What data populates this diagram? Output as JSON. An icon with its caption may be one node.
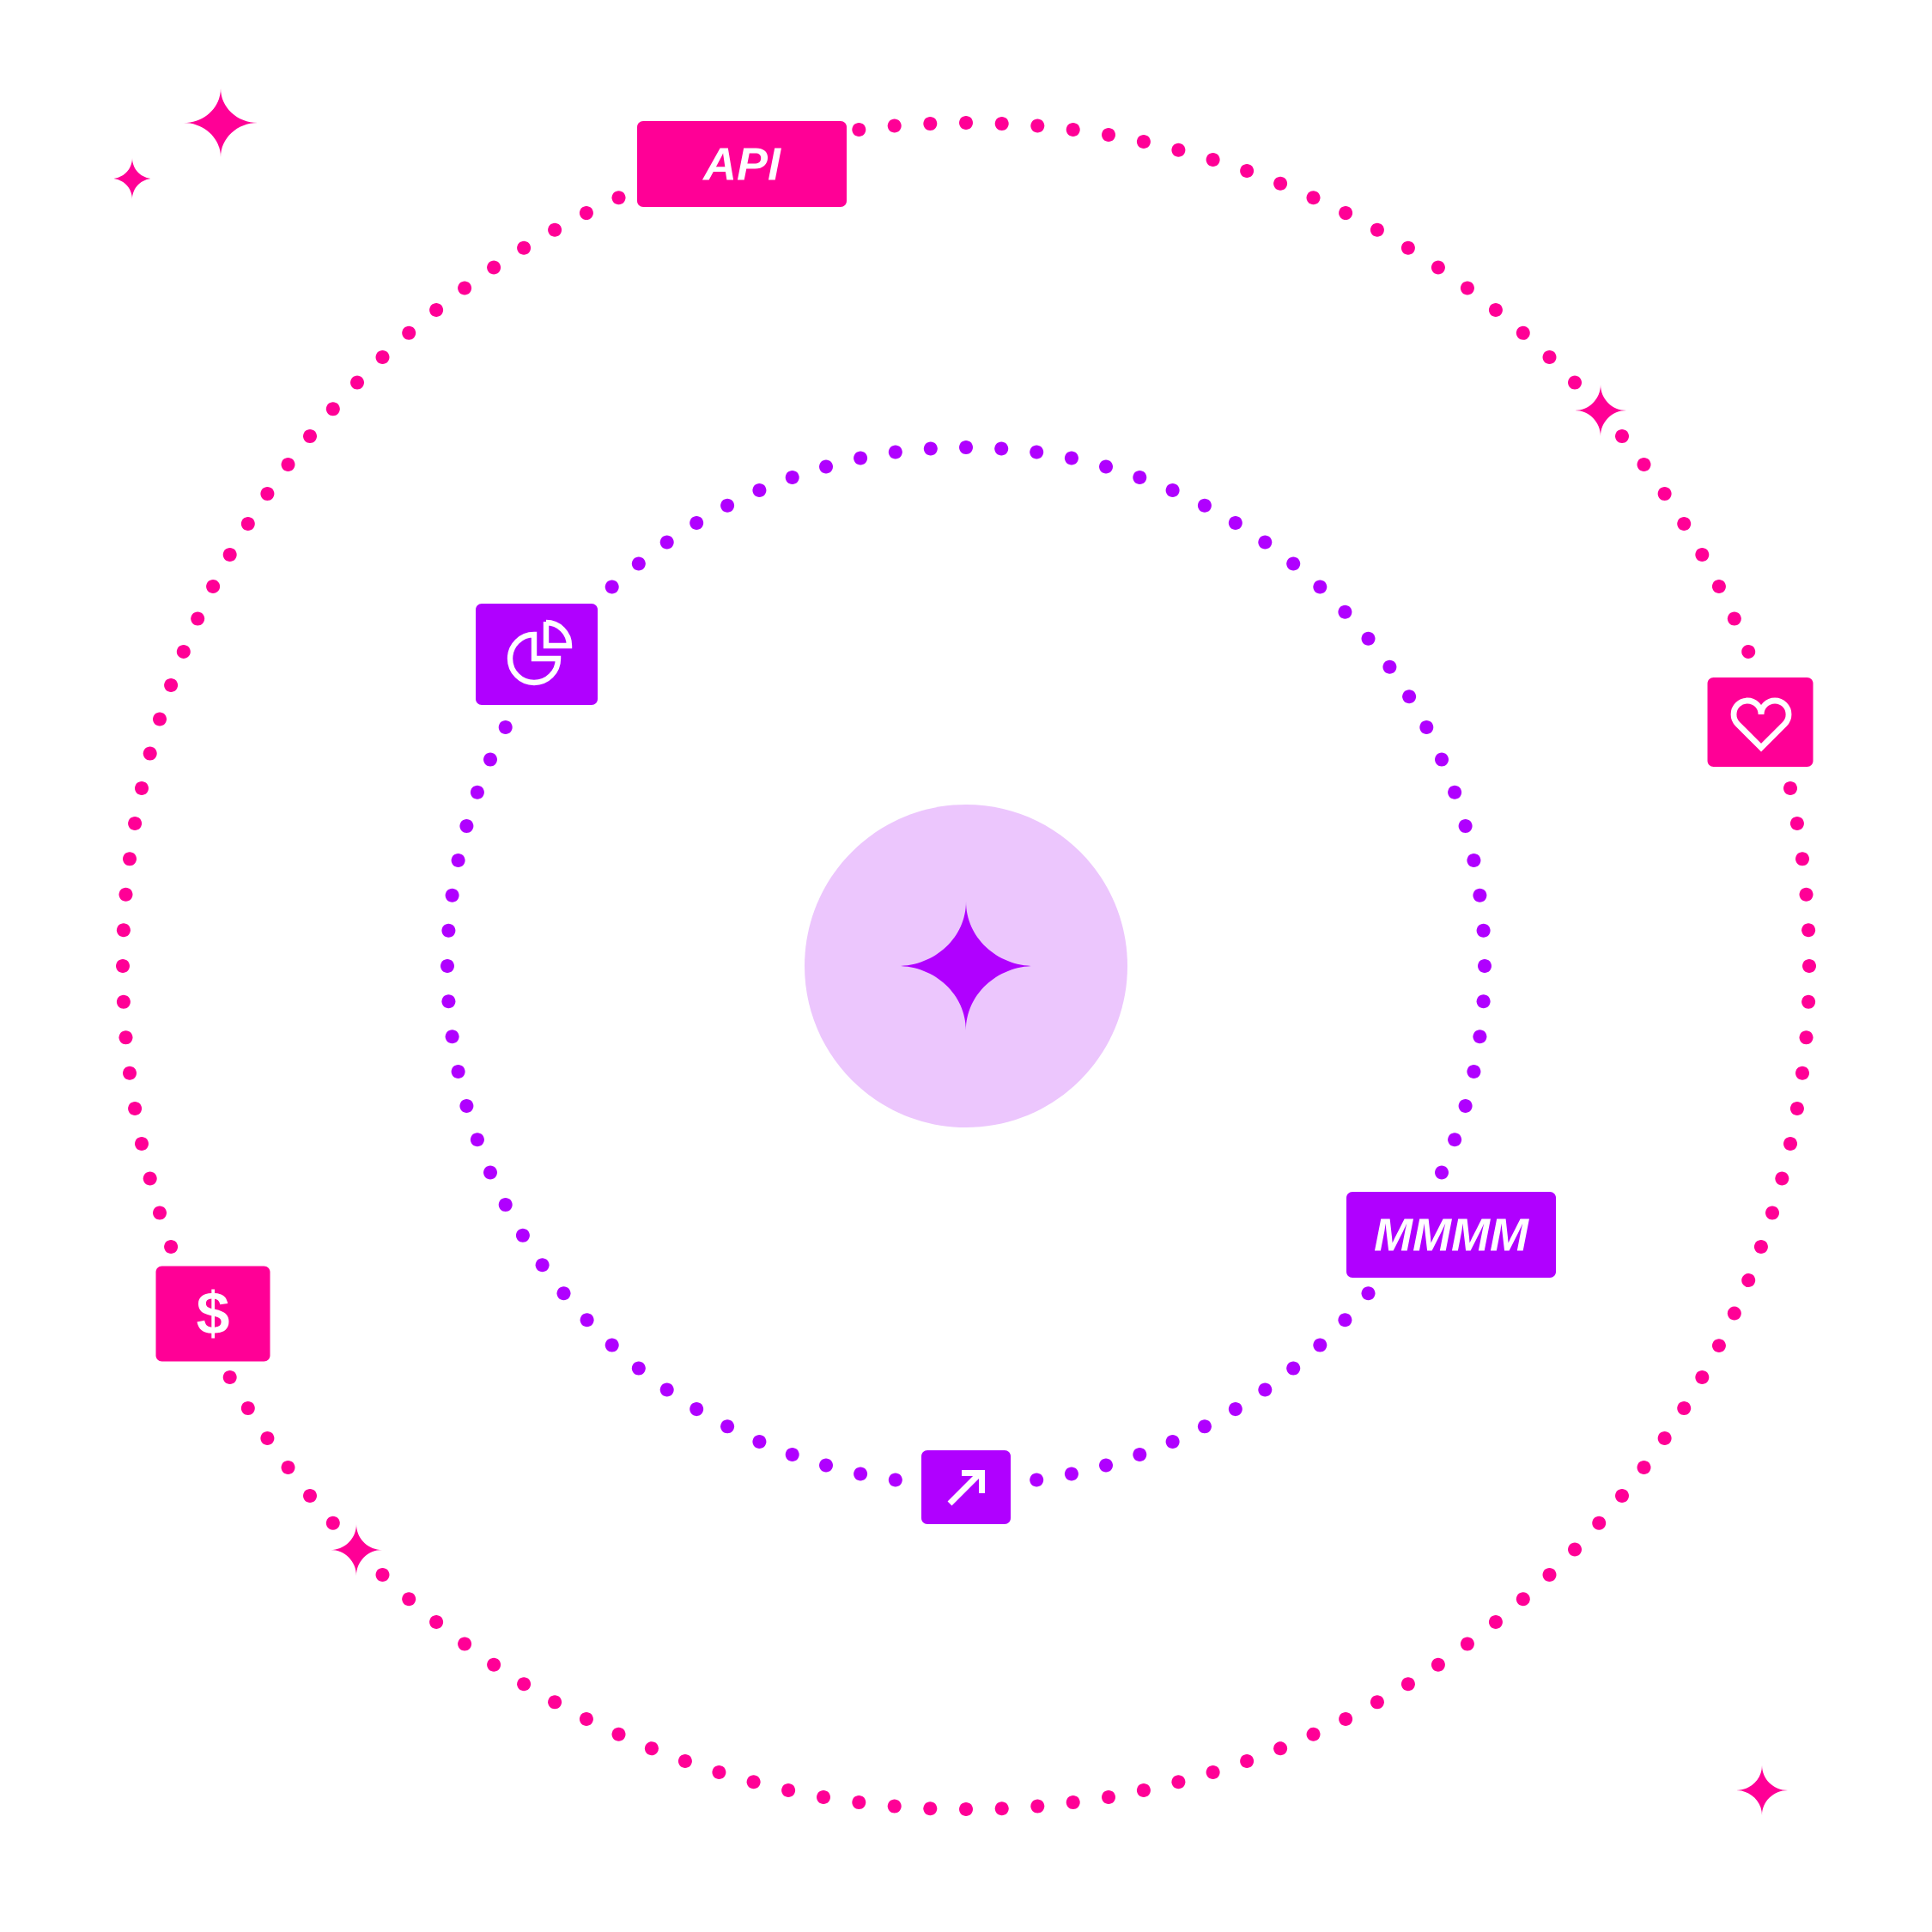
{
  "diagram": {
    "nodes": [
      {
        "text": [
          "API"
        ]
      },
      {
        "text": [],
        "shape": "box"
      },
      {
        "text": [],
        "shape": "box"
      },
      {
        "text": [],
        "shape": "circle"
      },
      {
        "text": [
          "MMMM"
        ]
      },
      {
        "text": [
          "$"
        ]
      },
      {
        "text": [],
        "shape": "box"
      }
    ]
  }
}
